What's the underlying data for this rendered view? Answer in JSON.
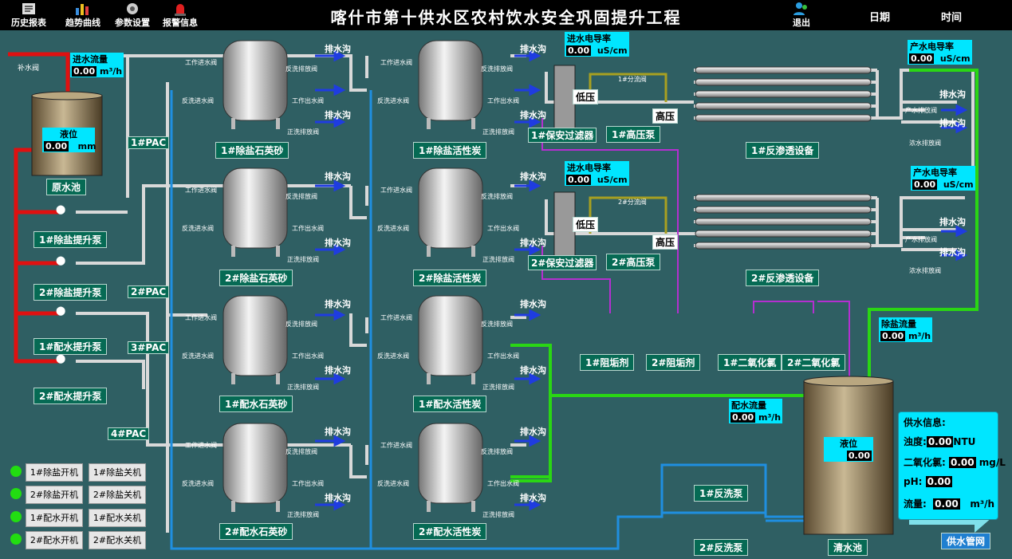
{
  "toolbar": {
    "history": "历史报表",
    "trend": "趋势曲线",
    "params": "参数设置",
    "alarm": "报警信息"
  },
  "title": "喀什市第十供水区农村饮水安全巩固提升工程",
  "header": {
    "logout": "退出",
    "date": "日期",
    "time": "时间"
  },
  "raw_pool": {
    "name": "原水池",
    "level_label": "液位",
    "level_value": "0.00",
    "level_unit": "mm",
    "makeup_valve": "补水阀"
  },
  "inflow": {
    "label": "进水流量",
    "value": "0.00",
    "unit": "m³/h"
  },
  "pumps": {
    "desalt1": "1#除盐提升泵",
    "desalt2": "2#除盐提升泵",
    "supply1": "1#配水提升泵",
    "supply2": "2#配水提升泵"
  },
  "pac": [
    "1#PAC",
    "2#PAC",
    "3#PAC",
    "4#PAC"
  ],
  "filters": [
    "1#除盐石英砂",
    "1#除盐活性炭",
    "2#除盐石英砂",
    "2#除盐活性炭",
    "1#配水石英砂",
    "1#配水活性炭",
    "2#配水石英砂",
    "2#配水活性炭"
  ],
  "valves": {
    "work_in": "工作进水阀",
    "backwash_in": "反洗进水阀",
    "backwash_out": "反洗排放阀",
    "work_out": "工作出水阀",
    "rinse_out": "正洗排放阀",
    "drain": "排水沟"
  },
  "ro": {
    "sec1": {
      "filter": "1#保安过滤器",
      "hp_pump": "1#高压泵",
      "device": "1#反渗透设备",
      "bypass": "1#分流阀"
    },
    "sec2": {
      "filter": "2#保安过滤器",
      "hp_pump": "2#高压泵",
      "device": "2#反渗透设备",
      "bypass": "2#分流阀"
    },
    "low": "低压",
    "high": "高压",
    "in_cond_label": "进水电导率",
    "out_cond_label": "产水电导率",
    "cond_value": "0.00",
    "cond_unit": "uS/cm",
    "product_valve": "产水排放阀",
    "concentrate_valve": "浓水排放阀"
  },
  "dosing": [
    "1#阻垢剂",
    "2#阻垢剂",
    "1#二氧化氯",
    "2#二氧化氯"
  ],
  "desalt_flow": {
    "label": "除盐流量",
    "value": "0.00",
    "unit": "m³/h"
  },
  "mix_flow": {
    "label": "配水流量",
    "value": "0.00",
    "unit": "m³/h"
  },
  "clean_pool": {
    "name": "清水池",
    "level_label": "液位",
    "level_value": "0.00"
  },
  "backwash": {
    "p1": "1#反洗泵",
    "p2": "2#反洗泵"
  },
  "supply_info": {
    "title": "供水信息:",
    "turb_label": "浊度:",
    "turb_value": "0.00",
    "turb_unit": "NTU",
    "cl_label": "二氧化氯:",
    "cl_value": "0.00",
    "cl_unit": "mg/L",
    "ph_label": "pH:",
    "ph_value": "0.00",
    "flow_label": "流量:",
    "flow_value": "0.00",
    "flow_unit": "m³/h"
  },
  "network": "供水管网",
  "controls": [
    {
      "on": "1#除盐开机",
      "off": "1#除盐关机"
    },
    {
      "on": "2#除盐开机",
      "off": "2#除盐关机"
    },
    {
      "on": "1#配水开机",
      "off": "1#配水关机"
    },
    {
      "on": "2#配水开机",
      "off": "2#配水关机"
    }
  ],
  "colors": {
    "bg": "#2f5f63",
    "label_bg": "#066a54",
    "meter": "#00e6ff",
    "pipe_white": "#d9d9d9",
    "pipe_red": "#e01010",
    "pipe_green": "#2ad614",
    "pipe_blue": "#1f8fe0",
    "pipe_purple": "#b42fd0",
    "pipe_olive": "#a8a020"
  }
}
